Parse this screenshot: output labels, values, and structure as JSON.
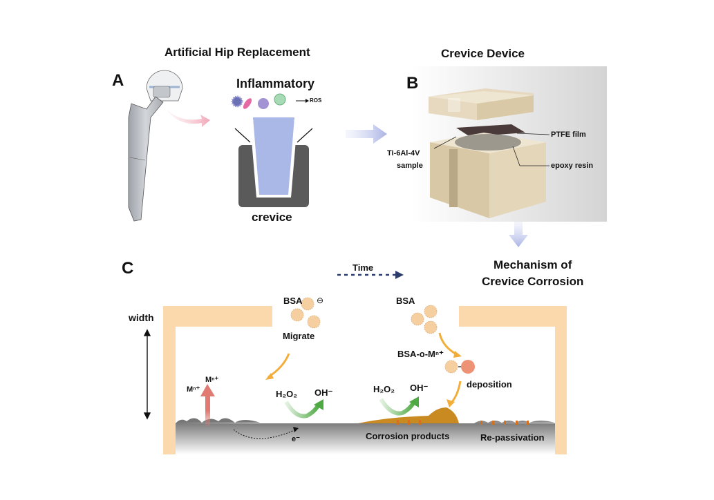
{
  "panelA": {
    "letter": "A",
    "title": "Artificial Hip Replacement",
    "inset_title": "Inflammatory",
    "ros_label": "ROS",
    "crevice_label": "crevice"
  },
  "panelB": {
    "letter": "B",
    "title": "Crevice Device",
    "callouts": {
      "ptfe": "PTFE film",
      "sample_line1": "Ti-6Al-4V",
      "sample_line2": "sample",
      "epoxy": "epoxy resin"
    }
  },
  "panelC": {
    "letter": "C",
    "title_line1": "Mechanism of",
    "title_line2": "Crevice Corrosion",
    "time_label": "Time",
    "width_label": "width",
    "left": {
      "bsa": "BSA",
      "charge": "⊖",
      "migrate": "Migrate",
      "metal_ion_1": "Mⁿ⁺",
      "metal_ion_2": "Mⁿ⁺",
      "h2o2": "H₂O₂",
      "oh": "OH⁻",
      "electron": "e⁻"
    },
    "right": {
      "bsa": "BSA",
      "complex": "BSA-o-Mⁿ⁺",
      "deposition": "deposition",
      "h2o2": "H₂O₂",
      "oh": "OH⁻",
      "corrosion_products": "Corrosion products",
      "repassivation": "Re-passivation"
    }
  },
  "colors": {
    "crevice_wall": "#fcd9ad",
    "substrate": "#8c8c8c",
    "corrosion_product": "#c98a22",
    "orange_arrow": "#f2ad3a",
    "green_arrow": "#4fa943",
    "red_arrow": "#e07a72",
    "flow_arrow": "#b9bfe8"
  }
}
